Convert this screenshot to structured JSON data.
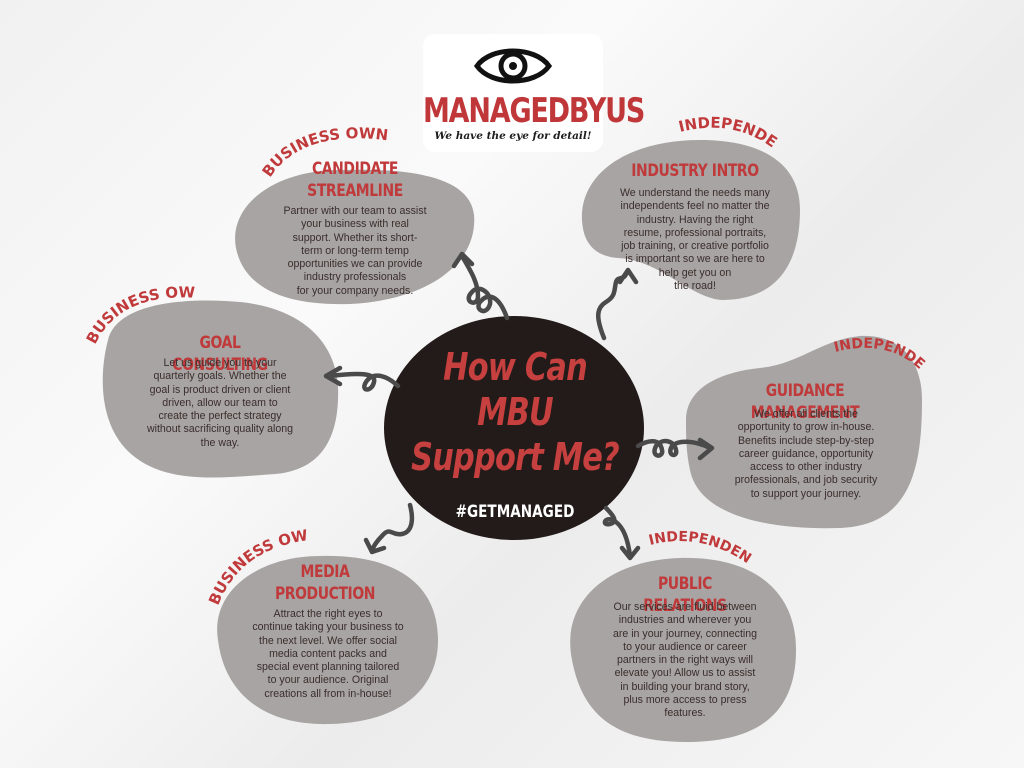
{
  "colors": {
    "background": "#f3f3f3",
    "blob_fill": "#a7a4a3",
    "center_fill": "#231b19",
    "accent_red": "#c0393b",
    "arrow": "#4a4a4a",
    "body_text": "#3a2e2c"
  },
  "logo": {
    "icon": "eye-icon",
    "brand": "MANAGEDBYUS",
    "tagline": "We have the eye for detail!"
  },
  "center": {
    "question_lines": [
      "How Can",
      "MBU",
      "Support Me?"
    ],
    "hashtag": "#GETMANAGED"
  },
  "services": [
    {
      "id": "candidate-streamline",
      "audience": "BUSINESS OWNER",
      "title_lines": [
        "CANDIDATE",
        "STREAMLINE"
      ],
      "body_lines": [
        "Partner with our team to assist",
        "your business with real",
        "support. Whether its short-",
        "term or long-term temp",
        "opportunities we can provide",
        "industry professionals",
        "for your company needs."
      ]
    },
    {
      "id": "industry-intro",
      "audience": "INDEPENDENT",
      "title_lines": [
        "INDUSTRY INTRO"
      ],
      "body_lines": [
        "We understand the needs many",
        "independents feel no matter the",
        "industry. Having the right",
        "resume, professional portraits,",
        "job training, or creative portfolio",
        "is important so we are here to",
        "help get you on",
        "the road!"
      ]
    },
    {
      "id": "goal-consulting",
      "audience": "BUSINESS OWNER",
      "title_lines": [
        "GOAL CONSULTING"
      ],
      "body_lines": [
        "Let us guide you to your",
        "quarterly goals. Whether the",
        "goal is product driven or client",
        "driven, allow our team to",
        "create the perfect strategy",
        "without sacrificing quality along",
        "the way."
      ]
    },
    {
      "id": "guidance-management",
      "audience": "INDEPENDENT",
      "title_lines": [
        "GUIDANCE MANAGEMENT"
      ],
      "body_lines": [
        "We offer all clients the",
        "opportunity to grow in-house.",
        "Benefits include step-by-step",
        "career guidance, opportunity",
        "access to other industry",
        "professionals, and job security",
        "to support your journey."
      ]
    },
    {
      "id": "media-production",
      "audience": "BUSINESS OWNER",
      "title_lines": [
        "MEDIA",
        "PRODUCTION"
      ],
      "body_lines": [
        "Attract the right eyes to",
        "continue taking your business to",
        "the next level. We offer social",
        "media content packs and",
        "special event planning tailored",
        "to your audience. Original",
        "creations all from in-house!"
      ]
    },
    {
      "id": "public-relations",
      "audience": "INDEPENDENT",
      "title_lines": [
        "PUBLIC RELATIONS"
      ],
      "body_lines": [
        "Our services are fluid between",
        "industries and wherever you",
        "are in your journey, connecting",
        "to your audience or career",
        "partners in the right ways will",
        "elevate you! Allow us to assist",
        "in building your brand story,",
        "plus more access to press",
        "features."
      ]
    }
  ]
}
